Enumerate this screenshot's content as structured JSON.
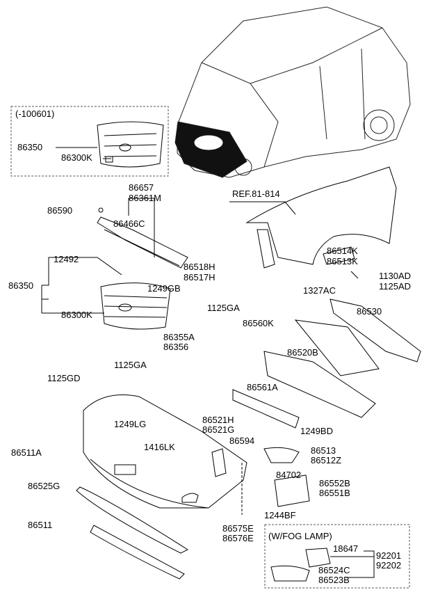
{
  "inset_top": {
    "title": "(-100601)",
    "labels": [
      "86350",
      "86300K"
    ]
  },
  "inset_fog": {
    "title": "(W/FOG LAMP)",
    "labels": [
      "18647",
      "92201",
      "92202",
      "86524C",
      "86523B"
    ]
  },
  "reference": "REF.81-814",
  "labels": {
    "l86657": "86657",
    "l86361M": "86361M",
    "l86590": "86590",
    "l86466C": "86466C",
    "l86514K": "86514K",
    "l86513K": "86513K",
    "l1130AD": "1130AD",
    "l1125AD": "1125AD",
    "l86518H": "86518H",
    "l86517H": "86517H",
    "l12492": "12492",
    "l86350": "86350",
    "l1249GB": "1249GB",
    "l1125GA_a": "1125GA",
    "l1327AC": "1327AC",
    "l86530": "86530",
    "l86300K": "86300K",
    "l86560K": "86560K",
    "l86355A": "86355A",
    "l86356": "86356",
    "l1125GA_b": "1125GA",
    "l86520B": "86520B",
    "l1125GD": "1125GD",
    "l86561A": "86561A",
    "l1249LG": "1249LG",
    "l1249BD": "1249BD",
    "l86521H": "86521H",
    "l86521G": "86521G",
    "l86594": "86594",
    "l86513": "86513",
    "l86512Z": "86512Z",
    "l1416LK": "1416LK",
    "l86511A": "86511A",
    "l84702": "84702",
    "l86552B": "86552B",
    "l86551B": "86551B",
    "l86525G": "86525G",
    "l1244BF": "1244BF",
    "l86575E": "86575E",
    "l86576E": "86576E",
    "l86511": "86511"
  },
  "colors": {
    "line": "#000000",
    "highlight": "#000000"
  }
}
